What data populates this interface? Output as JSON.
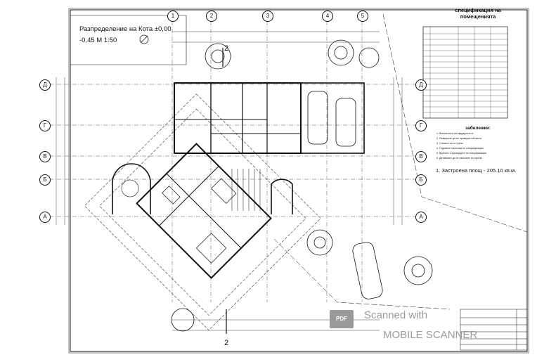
{
  "drawing": {
    "title_line1": "Разпределение на Кота ±0,00",
    "title_line2": "-0,45    М 1:50",
    "specification_title": "спецификация на помещенията",
    "notes_title": "забележки:",
    "notes": [
      "1. Всички коти са зададени в м.",
      "2. Размерите да се проверят на място.",
      "3. Стените са от тухли.",
      "4. Подовите настилки по спецификация.",
      "5. Вратите и прозорците по спецификация.",
      "6. Детайлите да се изпълнят по проект."
    ],
    "built_area": "1. Застроена площ - 205.10 кв.м.",
    "section_mark": "2"
  },
  "axes": {
    "top": [
      "1",
      "2",
      "3",
      "4",
      "5"
    ],
    "left": [
      "Д",
      "Г",
      "В",
      "Б",
      "А"
    ],
    "right": [
      "Д",
      "Г",
      "В",
      "Б",
      "А"
    ]
  },
  "watermark": {
    "badge": "PDF",
    "line1": "Scanned with",
    "line2": "MOBILE SCANNER"
  },
  "colors": {
    "ink": "#111111",
    "watermark": "#8a8a8a"
  }
}
